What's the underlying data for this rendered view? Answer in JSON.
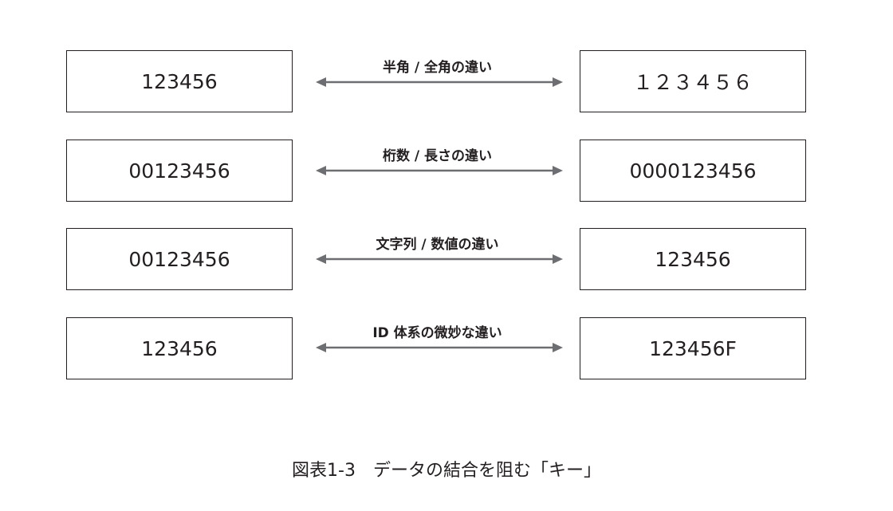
{
  "rows": [
    {
      "left_value": "123456",
      "relation": "半角 / 全角の違い",
      "right_value": "１２３４５６"
    },
    {
      "left_value": "00123456",
      "relation": "桁数 / 長さの違い",
      "right_value": "0000123456"
    },
    {
      "left_value": "00123456",
      "relation": "文字列 / 数値の違い",
      "right_value": "123456"
    },
    {
      "left_value": "123456",
      "relation": "ID 体系の微妙な違い",
      "right_value": "123456F"
    }
  ],
  "caption": "図表1-3　データの結合を阻む「キー」",
  "colors": {
    "ink": "#231f20",
    "arrow": "#6d6e71"
  }
}
